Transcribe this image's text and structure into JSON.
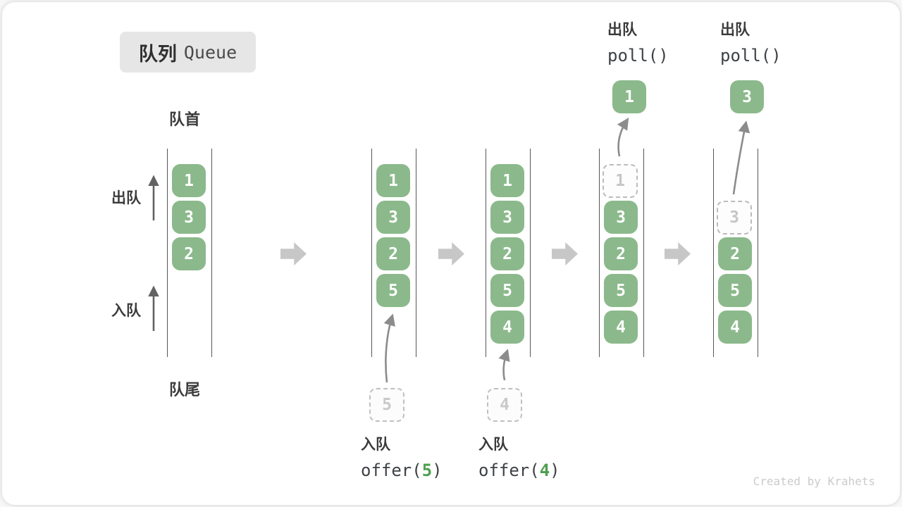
{
  "badge": {
    "title_zh": "队列",
    "title_en": "Queue"
  },
  "labels": {
    "queue_front": "队首",
    "queue_rear": "队尾",
    "side_dequeue": "出队",
    "side_enqueue": "入队"
  },
  "credit": "Created by Krahets",
  "colors": {
    "cell_green": "#8bb98b",
    "code_arg_green": "#4f9f4f",
    "badge_bg": "#e6e6e6",
    "text_dark": "#3b3b3b",
    "block_arrow_gray": "#c7c7c7",
    "wall_line_gray": "#565656",
    "ghost_border_gray": "#bbbbbb",
    "ghost_text_gray": "#c6c6c6"
  },
  "states": [
    {
      "cells": [
        "1",
        "3",
        "2"
      ]
    },
    {
      "cells": [
        "1",
        "3",
        "2",
        "5"
      ],
      "staged": "5",
      "op": {
        "name": "入队",
        "code_pre": "offer(",
        "arg": "5",
        "code_post": ")"
      }
    },
    {
      "cells": [
        "1",
        "3",
        "2",
        "5",
        "4"
      ],
      "staged": "4",
      "op": {
        "name": "入队",
        "code_pre": "offer(",
        "arg": "4",
        "code_post": ")"
      }
    },
    {
      "ghost": "1",
      "cells": [
        "3",
        "2",
        "5",
        "4"
      ],
      "result": "1",
      "op": {
        "name": "出队",
        "code": "poll()"
      }
    },
    {
      "ghost": "3",
      "cells": [
        "2",
        "5",
        "4"
      ],
      "result": "3",
      "op": {
        "name": "出队",
        "code": "poll()"
      }
    }
  ]
}
